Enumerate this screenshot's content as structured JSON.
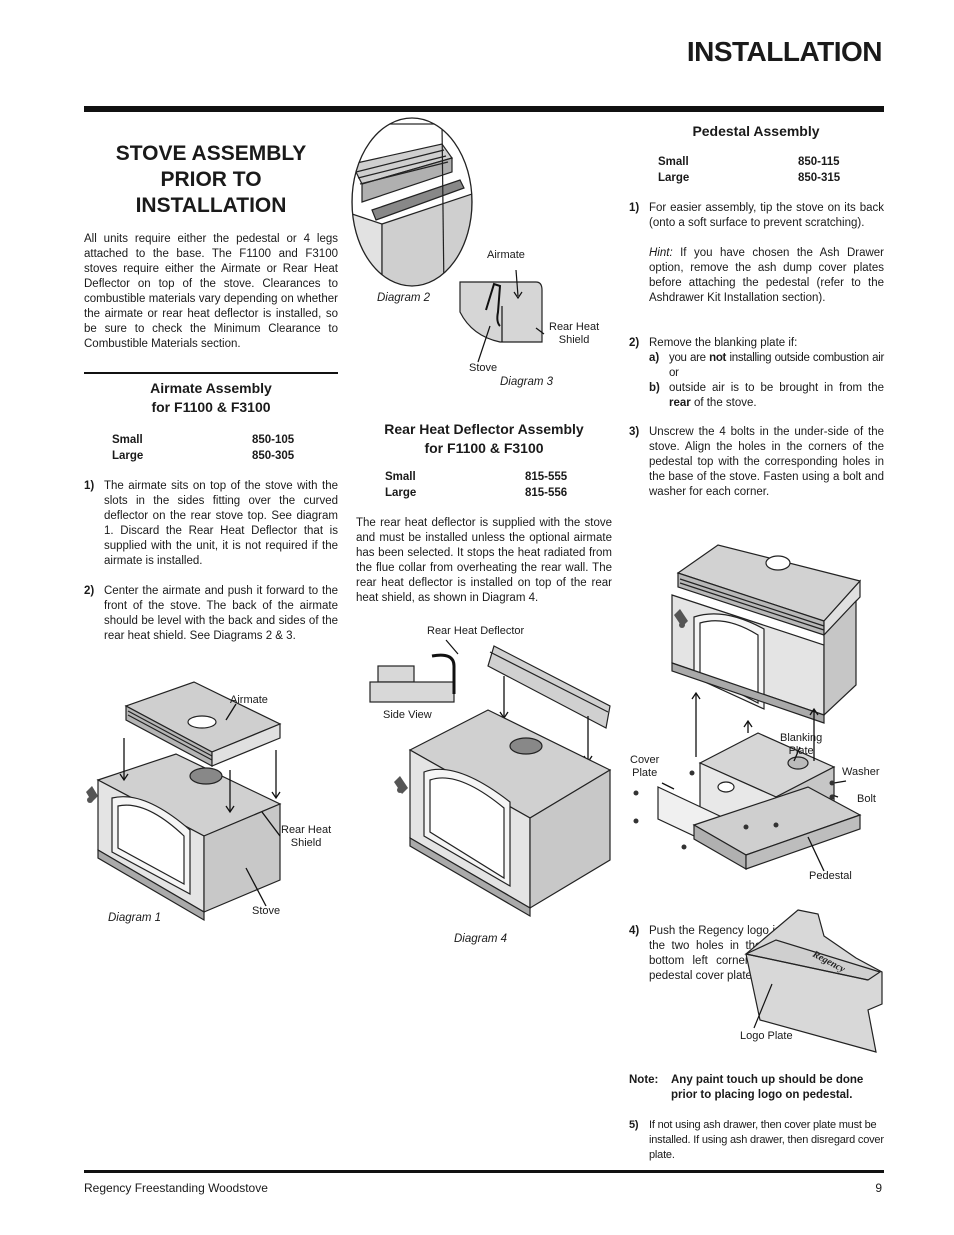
{
  "header": {
    "title": "INSTALLATION"
  },
  "left": {
    "title_lines": [
      "STOVE ASSEMBLY",
      "PRIOR TO",
      "INSTALLATION"
    ],
    "intro": "All units require either the pedestal or 4 legs attached to the base. The F1100 and F3100 stoves require either the Airmate or Rear Heat Deflector on top of the stove. Clearances to combustible materials vary depending on whether the airmate or rear heat deflector is installed, so be sure to check the Minimum Clearance to Combustible Materials section.",
    "airmate_title_1": "Airmate Assembly",
    "airmate_title_2": "for F1100 & F3100",
    "airmate_parts": [
      {
        "size": "Small",
        "part": "850-105"
      },
      {
        "size": "Large",
        "part": "850-305"
      }
    ],
    "steps": [
      {
        "num": "1)",
        "text": "The airmate sits on top of the stove with the slots in the sides fitting over the curved deflector on the rear stove top. See diagram 1. Discard the Rear Heat Deflector that is supplied with the unit, it is not required if the airmate is installed."
      },
      {
        "num": "2)",
        "text": "Center the airmate and push it forward to the front of the stove. The back of the airmate should be level with the back and sides of the rear heat shield. See Diagrams 2 & 3."
      }
    ],
    "diagram1": {
      "airmate": "Airmate",
      "rear_heat": "Rear Heat",
      "shield": "Shield",
      "stove": "Stove",
      "caption": "Diagram 1"
    }
  },
  "middle": {
    "diagram2_caption": "Diagram 2",
    "diagram3": {
      "airmate": "Airmate",
      "rear_heat": "Rear Heat",
      "shield": "Shield",
      "stove": "Stove",
      "caption": "Diagram 3"
    },
    "rhd_title_1": "Rear Heat Deflector Assembly",
    "rhd_title_2": "for F1100 & F3100",
    "rhd_parts": [
      {
        "size": "Small",
        "part": "815-555"
      },
      {
        "size": "Large",
        "part": "815-556"
      }
    ],
    "rhd_text": "The rear heat deflector is supplied with the stove and must be installed unless the optional airmate has been selected. It stops the heat radiated from the flue collar from overheating the rear wall. The rear heat deflector is installed on top of the rear heat shield, as shown in Diagram 4.",
    "diagram4": {
      "rear_heat_deflector": "Rear Heat Deflector",
      "side_view": "Side View",
      "caption": "Diagram  4"
    }
  },
  "right": {
    "pedestal_title": "Pedestal Assembly",
    "pedestal_parts": [
      {
        "size": "Small",
        "part": "850-115"
      },
      {
        "size": "Large",
        "part": "850-315"
      }
    ],
    "step1_num": "1)",
    "step1_text": "For easier assembly, tip the stove on its back (onto a soft surface to prevent scratching).",
    "hint_label": "Hint:",
    "hint_text": " If you have chosen the Ash Drawer option, remove the ash dump cover plates before attaching the pedestal (refer to the Ashdrawer Kit Installation section).",
    "step2_num": "2)",
    "step2_text": "Remove the blanking plate if:",
    "step2a_label": "a)",
    "step2a_pre": "you are ",
    "step2a_bold": "not",
    "step2a_post": " installing outside combustion air or",
    "step2b_label": "b)",
    "step2b_pre": "outside air is to be brought in from the ",
    "step2b_bold": "rear",
    "step2b_post": " of the stove.",
    "step3_num": "3)",
    "step3_text": "Unscrew the 4 bolts in the under-side of the stove. Align the holes in the corners of the pedestal top with the corresponding holes in the base of the stove. Fasten using a bolt and washer for each corner.",
    "pedestal_diagram": {
      "blanking": "Blanking",
      "plate": "Plate",
      "cover": "Cover",
      "cover_plate": "Plate",
      "washer": "Washer",
      "bolt": "Bolt",
      "pedestal": "Pedestal"
    },
    "step4_num": "4)",
    "step4_text": "Push the Regency logo into the two holes in the front bottom left corner of the pedestal cover plate.",
    "logo_plate_label": "Logo Plate",
    "logo_text": "Regency",
    "note_label": "Note:",
    "note_text": "Any paint touch up should be done prior to placing logo on pedestal.",
    "step5_num": "5)",
    "step5_text": "If not using ash drawer, then cover plate must be installed. If using ash drawer, then disregard cover plate."
  },
  "footer": {
    "left": "Regency Freestanding Woodstove",
    "page": "9"
  }
}
